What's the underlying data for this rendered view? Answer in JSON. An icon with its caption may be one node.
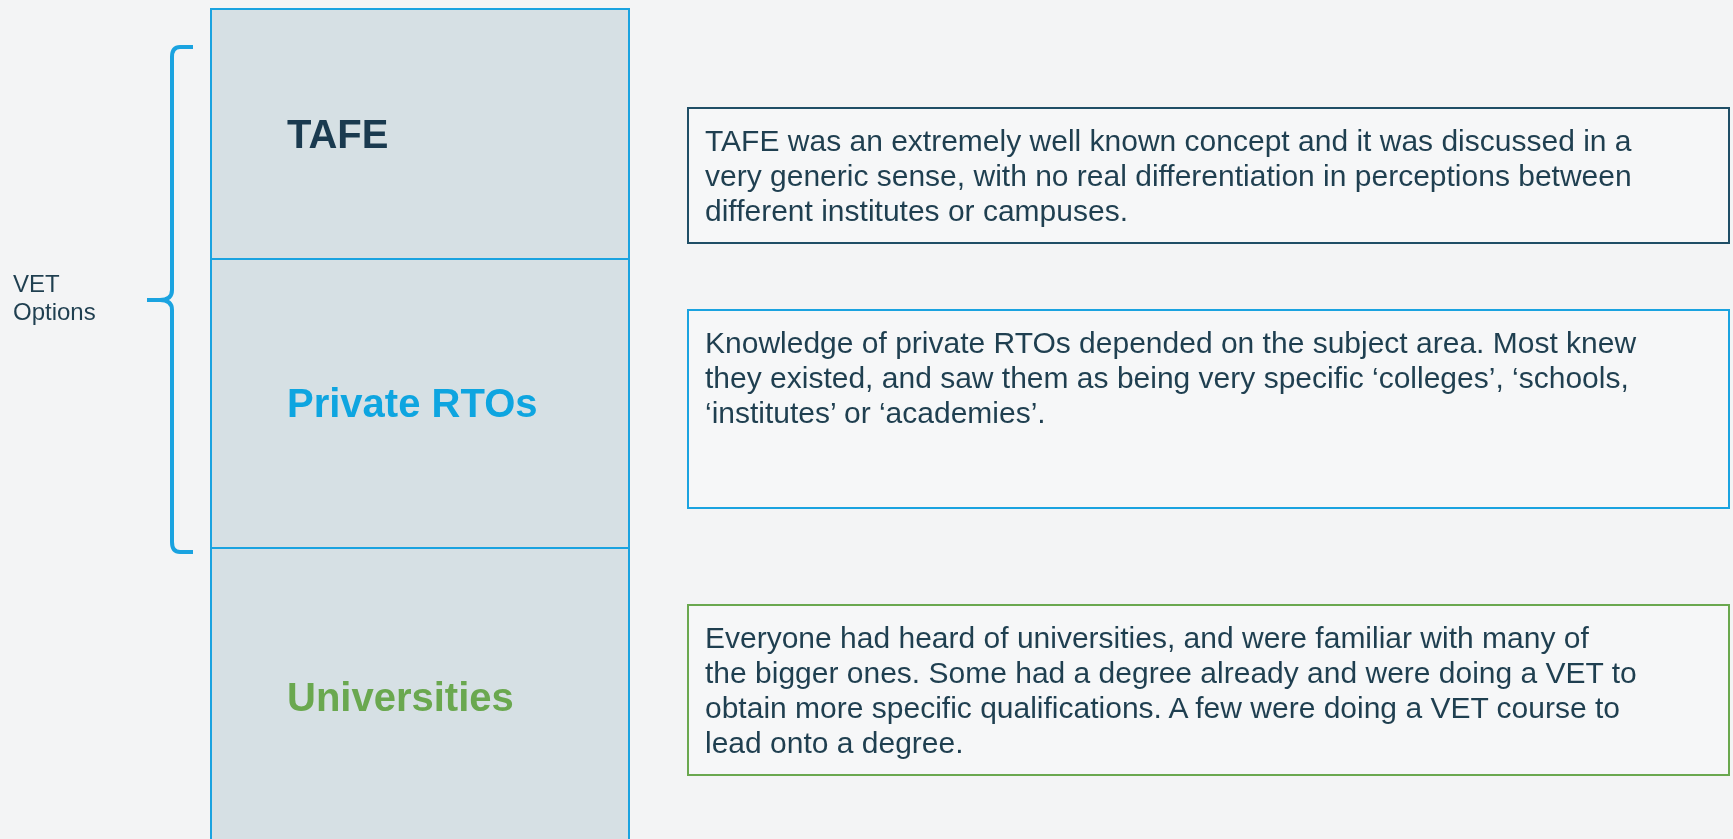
{
  "diagram": {
    "nodes": [
      {
        "text": [
          "TAFE"
        ]
      },
      {
        "text": [
          "Private RTOs"
        ]
      },
      {
        "text": [
          "Universities"
        ]
      },
      {
        "text": [
          "TAFE was an extremely well known concept and it was discussed in a very generic sense, with no real differentiation in perceptions between different institutes or campuses."
        ]
      },
      {
        "text": [
          "Knowledge of private RTOs depended on the subject area. Most knew they existed, and saw them as being very specific ‘colleges’, ‘schools, ‘institutes’ or ‘academies’."
        ]
      },
      {
        "text": [
          "Everyone had heard of universities, and were familiar with many of the bigger ones. Some had a degree already and were doing a VET to obtain more specific qualifications. A few were doing a VET course to lead onto a degree."
        ]
      }
    ],
    "labels": [
      "VET Options"
    ]
  }
}
